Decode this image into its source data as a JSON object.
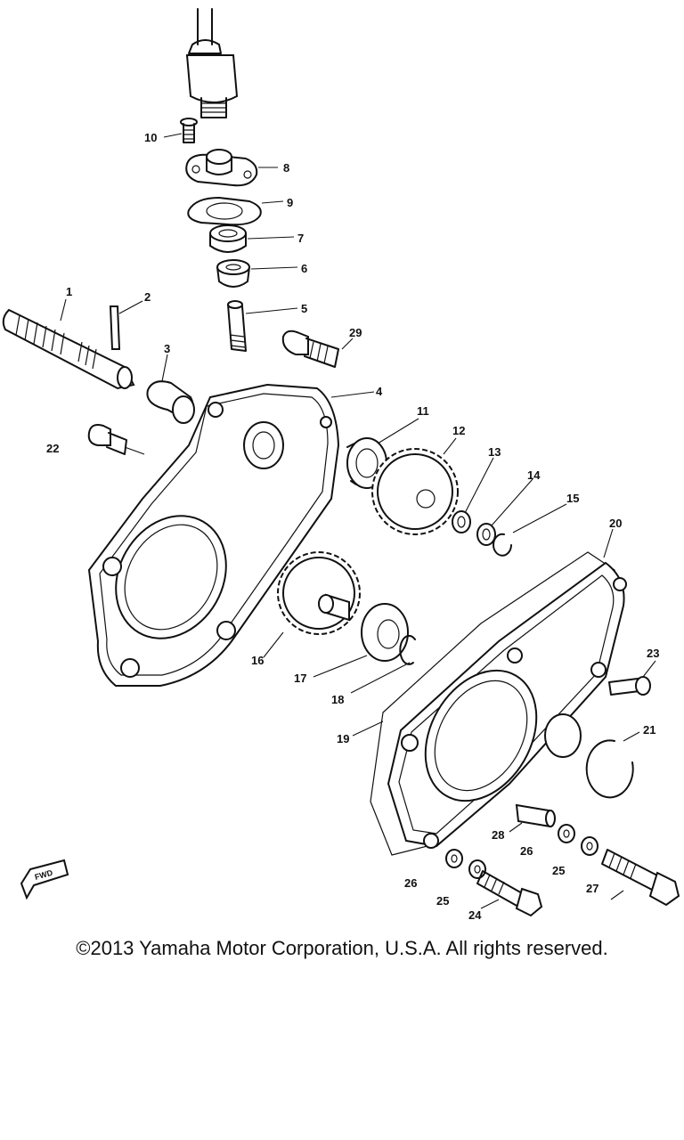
{
  "parts": [
    {
      "num": "1"
    },
    {
      "num": "2"
    },
    {
      "num": "3"
    },
    {
      "num": "4"
    },
    {
      "num": "5"
    },
    {
      "num": "6"
    },
    {
      "num": "7"
    },
    {
      "num": "8"
    },
    {
      "num": "9"
    },
    {
      "num": "10"
    },
    {
      "num": "11"
    },
    {
      "num": "12"
    },
    {
      "num": "13"
    },
    {
      "num": "14"
    },
    {
      "num": "15"
    },
    {
      "num": "16"
    },
    {
      "num": "17"
    },
    {
      "num": "18"
    },
    {
      "num": "19"
    },
    {
      "num": "20"
    },
    {
      "num": "21"
    },
    {
      "num": "22"
    },
    {
      "num": "23"
    },
    {
      "num": "24"
    },
    {
      "num": "25"
    },
    {
      "num": "25"
    },
    {
      "num": "26"
    },
    {
      "num": "26"
    },
    {
      "num": "27"
    },
    {
      "num": "28"
    },
    {
      "num": "29"
    }
  ],
  "fwd_label": "FWD",
  "copyright": "©2013 Yamaha Motor Corporation, U.S.A. All rights reserved."
}
